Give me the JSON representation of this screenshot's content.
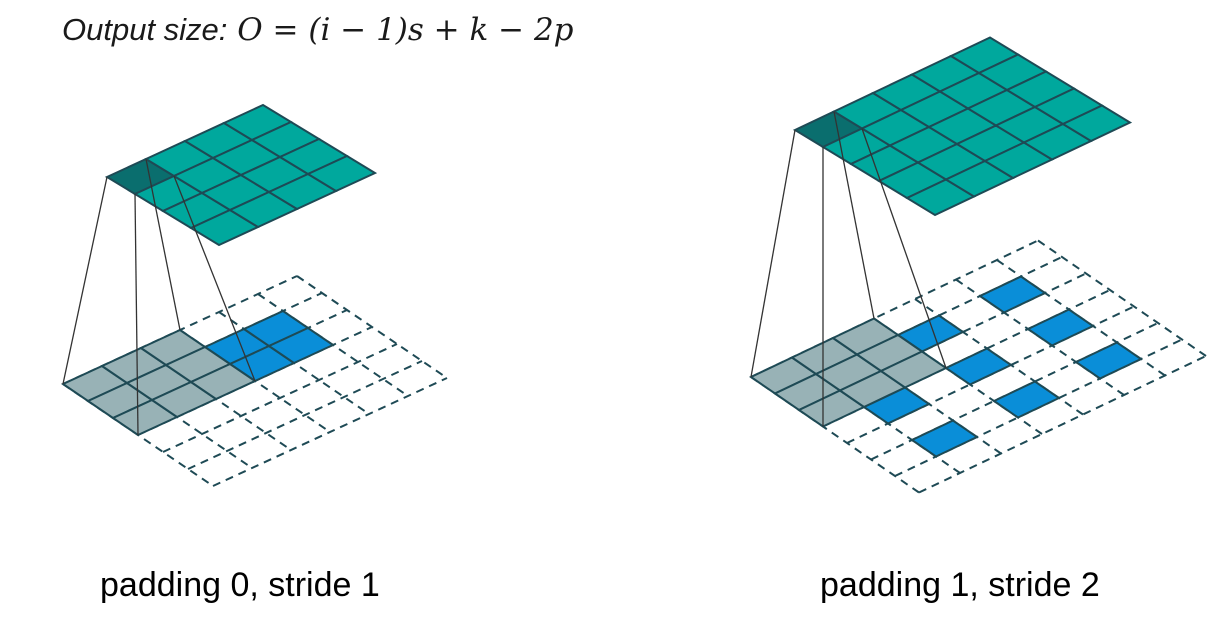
{
  "formula": {
    "lead": "Output size:",
    "expression": "O = (i − 1)s + k − 2p"
  },
  "panels": [
    {
      "caption": "padding 0, stride 1",
      "input_size": 2,
      "kernel_size": 3,
      "padding": 0,
      "stride": 1,
      "output_size": 4,
      "grid_size": 6
    },
    {
      "caption": "padding 1, stride 2",
      "input_size": 3,
      "kernel_size": 3,
      "padding": 1,
      "stride": 2,
      "output_size": 5,
      "grid_size": 7
    }
  ],
  "colors": {
    "output_cell": "#00A89D",
    "output_highlight": "#0A6E6E",
    "input_cell": "#0A8ED8",
    "kernel_cell": "#8FABB0",
    "overlap_cell": "#0C6A8A",
    "grid_line": "#1E4A55",
    "projection_line": "#333333"
  }
}
